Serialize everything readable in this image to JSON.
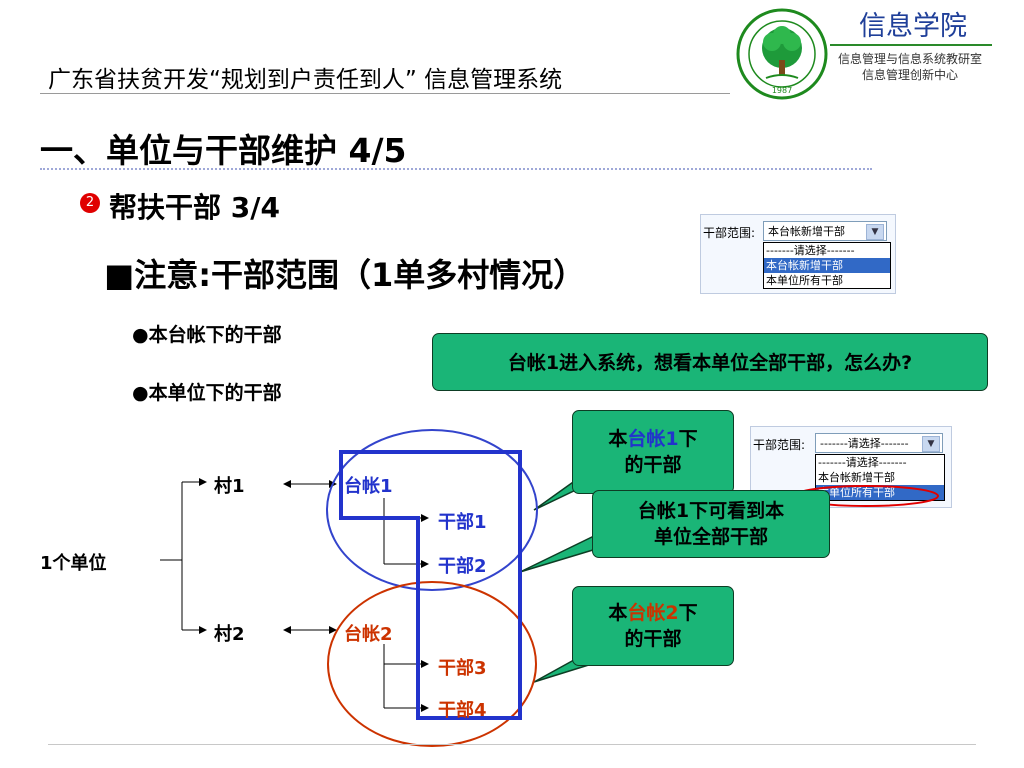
{
  "header": {
    "title": "广东省扶贫开发“规划到户责任到人” 信息管理系统",
    "institute": "信息学院",
    "institute_sub1": "信息管理与信息系统教研室",
    "institute_sub2": "信息管理创新中心",
    "logo_year": "1987"
  },
  "section": {
    "title": "一、单位与干部维护 4/5",
    "step_badge": "2",
    "subtitle": "帮扶干部 3/4",
    "note": "■注意:干部范围（1单多村情况）",
    "bullets": [
      "●本台帐下的干部",
      "●本单位下的干部"
    ]
  },
  "callouts": {
    "question": "台帐1进入系统，想看本单位全部干部，怎么办?",
    "ledger1_pre": "本",
    "ledger1_mid": "台帐1",
    "ledger1_post": "下",
    "ledger1_line2": "的干部",
    "all_line1": "台帐1下可看到本",
    "all_line2": "单位全部干部",
    "ledger2_pre": "本",
    "ledger2_mid": "台帐2",
    "ledger2_post": "下",
    "ledger2_line2": "的干部"
  },
  "diagram": {
    "unit": "1个单位",
    "village1": "村1",
    "village2": "村2",
    "ledger1": "台帐1",
    "ledger2": "台帐2",
    "cadre1": "干部1",
    "cadre2": "干部2",
    "cadre3": "干部3",
    "cadre4": "干部4"
  },
  "screens": {
    "scope_label": "干部范围:",
    "select1_value": "本台帐新增干部",
    "select2_value": "-------请选择-------",
    "options": [
      "-------请选择-------",
      "本台帐新增干部",
      "本单位所有干部"
    ]
  },
  "colors": {
    "callout_green": "#1ab577",
    "blue": "#2233cc",
    "red": "#cc3300"
  }
}
